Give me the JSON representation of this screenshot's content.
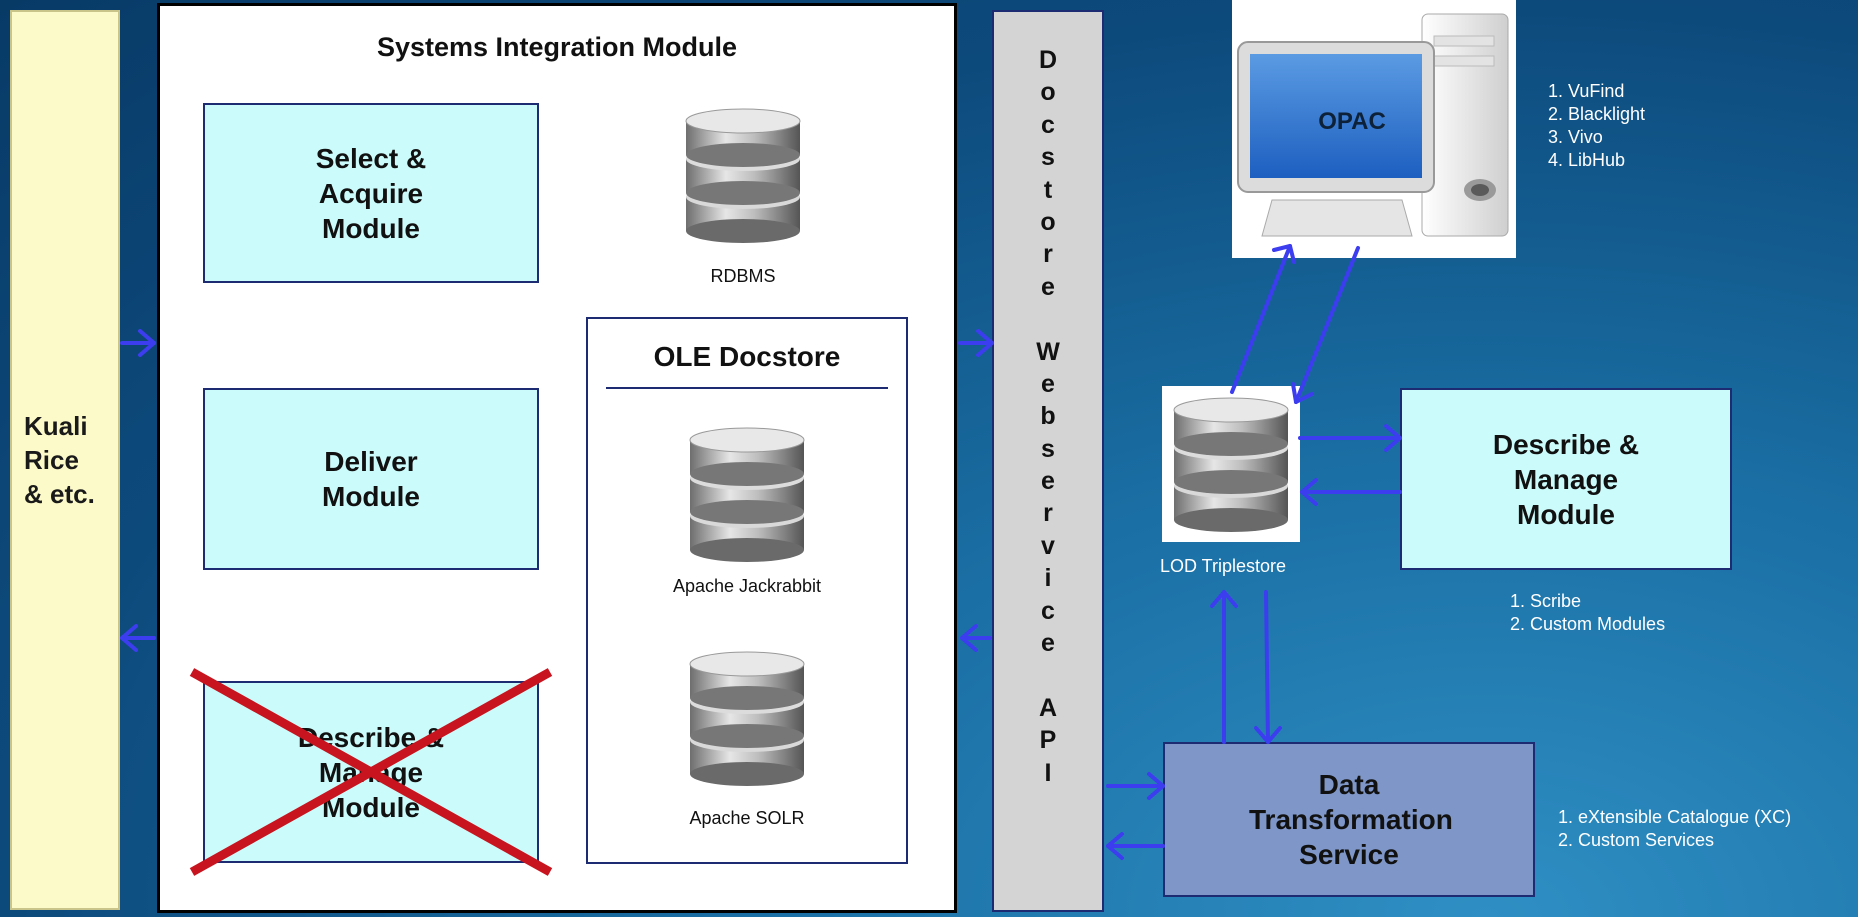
{
  "kuali": {
    "lines": [
      "Kuali",
      "Rice",
      "& etc."
    ]
  },
  "sim": {
    "title": "Systems Integration Module",
    "select_acquire": "Select & Acquire Module",
    "deliver": "Deliver Module",
    "describe_manage_removed": "Describe & Manage Module",
    "rdbms_label": "RDBMS",
    "docstore": {
      "title": "OLE Docstore",
      "jackrabbit_label": "Apache Jackrabbit",
      "solr_label": "Apache SOLR"
    }
  },
  "api": {
    "words": [
      "Docstore",
      "Webservice",
      "API"
    ]
  },
  "opac": {
    "label": "OPAC",
    "list": [
      "1. VuFind",
      "2. Blacklight",
      "3. Vivo",
      "4. LibHub"
    ]
  },
  "lod": {
    "label": "LOD Triplestore"
  },
  "describe_manage": {
    "label": "Describe & Manage Module",
    "list": [
      "1. Scribe",
      "2. Custom Modules"
    ]
  },
  "dts": {
    "label": "Data Transformation Service",
    "list": [
      "1. eXtensible Catalogue (XC)",
      "2. Custom Services"
    ]
  },
  "colors": {
    "arrow": "#3d3df0",
    "cross": "#c8141e",
    "module_fill": "#ccfbfb",
    "dts_fill": "#7e96c8",
    "kuali_fill": "#fdfac9"
  }
}
